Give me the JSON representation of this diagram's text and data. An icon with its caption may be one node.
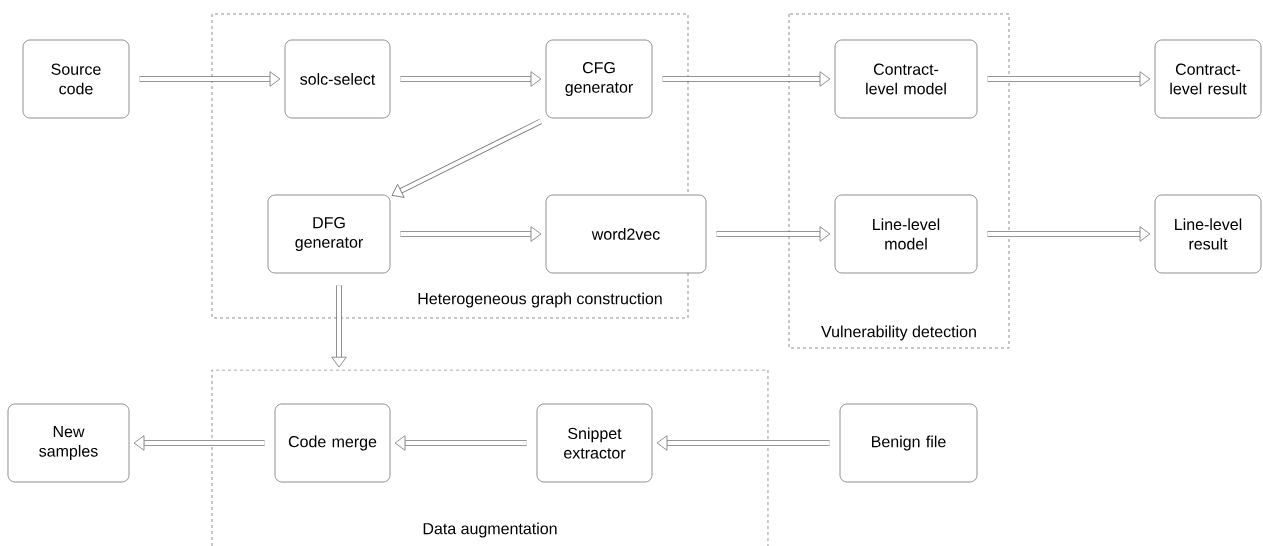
{
  "diagram": {
    "nodes": [
      {
        "text": [
          "Source code"
        ]
      },
      {
        "text": [
          "Heterogeneous graph construction"
        ]
      },
      {
        "text": [
          "solc-select"
        ],
        "in": 1
      },
      {
        "text": [
          "CFG generator"
        ],
        "in": 1
      },
      {
        "text": [
          "Vulnerability detection"
        ]
      },
      {
        "text": [
          "Contract-level model"
        ],
        "in": 4
      },
      {
        "text": [
          "Contract-level result"
        ]
      },
      {
        "text": [
          "DFG generator"
        ],
        "in": 1
      },
      {
        "text": [
          "word2vec"
        ]
      },
      {
        "text": [
          "Line-level model"
        ],
        "in": 4
      },
      {
        "text": [
          "Line-level result"
        ]
      },
      {
        "text": [
          "Data augmentation"
        ]
      },
      {
        "text": [
          "New samples"
        ]
      },
      {
        "text": [
          "Code merge"
        ],
        "in": 11
      },
      {
        "text": [
          "Snippet extractor"
        ],
        "in": 11
      },
      {
        "text": [
          "Benign file"
        ]
      }
    ],
    "edges": [
      {
        "from": 0,
        "to": 2,
        "arrow": "to"
      },
      {
        "from": 2,
        "to": 3,
        "arrow": "to"
      },
      {
        "from": 3,
        "to": 5,
        "arrow": "to"
      },
      {
        "from": 5,
        "to": 6,
        "arrow": "to"
      },
      {
        "from": 3,
        "to": 7,
        "arrow": "to"
      },
      {
        "from": 7,
        "to": 8,
        "arrow": "to"
      },
      {
        "from": 8,
        "to": 9,
        "arrow": "to"
      },
      {
        "from": 9,
        "to": 10,
        "arrow": "to"
      },
      {
        "from": 7,
        "to": 11,
        "arrow": "to"
      },
      {
        "from": 15,
        "to": 14,
        "arrow": "to"
      },
      {
        "from": 14,
        "to": 13,
        "arrow": "to"
      },
      {
        "from": 13,
        "to": 12,
        "arrow": "to"
      }
    ]
  }
}
